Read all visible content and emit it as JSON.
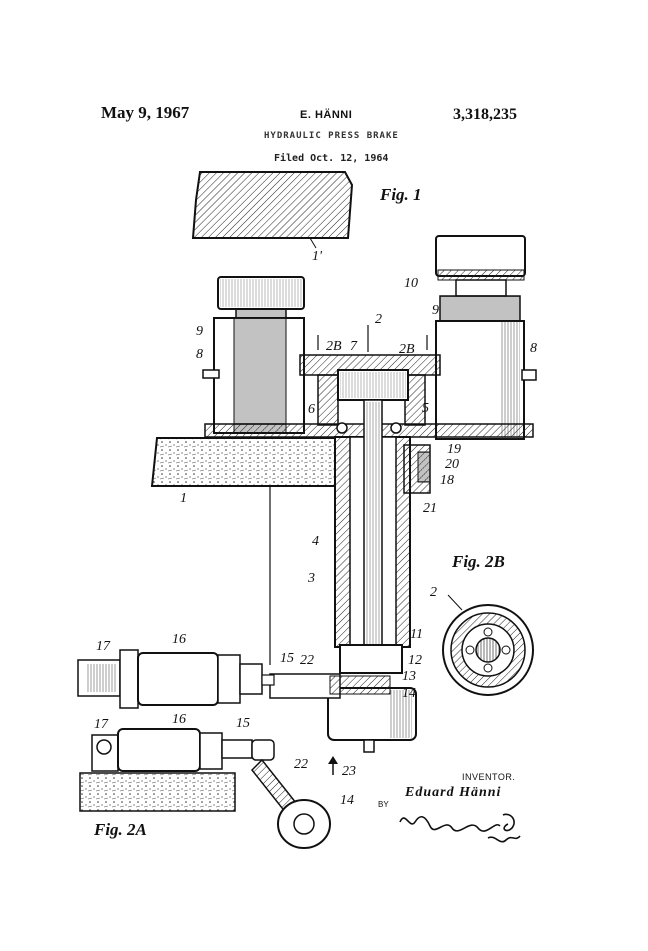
{
  "header": {
    "date": "May 9, 1967",
    "inventor": "E. HÄNNI",
    "patent_number": "3,318,235",
    "title": "HYDRAULIC PRESS BRAKE",
    "filed": "Filed Oct. 12, 1964"
  },
  "figures": {
    "fig1": "Fig. 1",
    "fig2a": "Fig. 2A",
    "fig2b": "Fig. 2B"
  },
  "reference_numerals": {
    "n1": "1",
    "n1prime": "1'",
    "n2": "2",
    "n2b_left": "2B",
    "n2b_right": "2B",
    "n3": "3",
    "n4": "4",
    "n5": "5",
    "n6": "6",
    "n7": "7",
    "n8_left": "8",
    "n8_right": "8",
    "n9_left": "9",
    "n9_right": "9",
    "n10": "10",
    "n11": "11",
    "n12": "12",
    "n13": "13",
    "n14": "14",
    "n14_2a": "14",
    "n15": "15",
    "n15_2a": "15",
    "n16": "16",
    "n16_2a": "16",
    "n17": "17",
    "n17_2a": "17",
    "n18": "18",
    "n19": "19",
    "n20": "20",
    "n21": "21",
    "n22": "22",
    "n22_2a": "22",
    "n23": "23",
    "n2_2b": "2"
  },
  "signature": {
    "label": "INVENTOR.",
    "name": "Eduard Hänni",
    "by": "BY"
  }
}
